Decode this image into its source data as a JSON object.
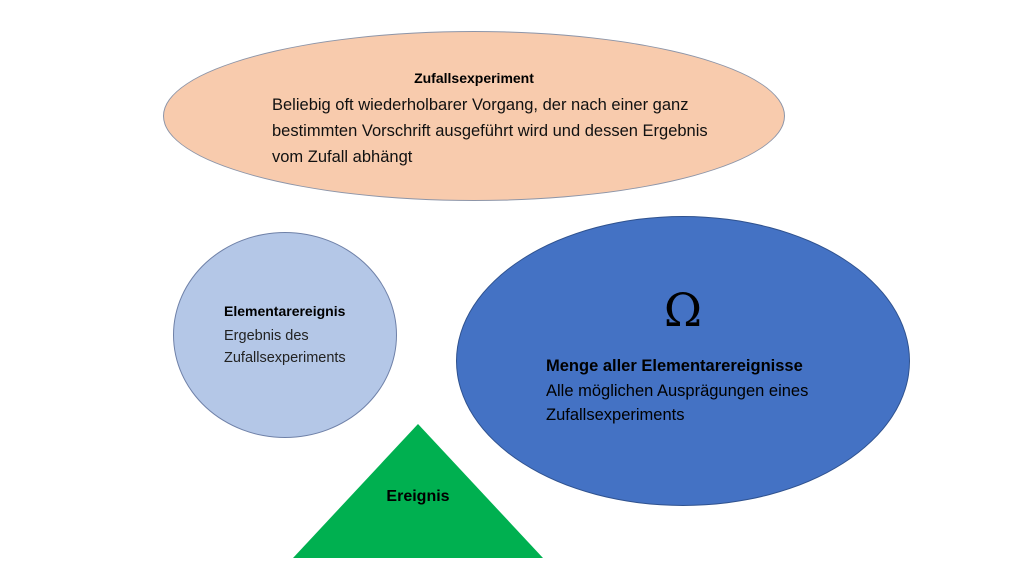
{
  "zufallsexperiment": {
    "title": "Zufallsexperiment",
    "description": "Beliebig oft wiederholbarer Vorgang, der nach einer ganz bestimmten Vorschrift ausgeführt wird und dessen Ergebnis vom Zufall abhängt"
  },
  "elementarereignis": {
    "title": "Elementarereignis",
    "description": "Ergebnis des Zufallsexperiments"
  },
  "ergebnismenge": {
    "symbol": "Ω",
    "title": "Menge aller Elementarereignisse",
    "description": "Alle möglichen Ausprägungen eines Zufallsexperiments"
  },
  "ereignis": {
    "title": "Ereignis"
  },
  "colors": {
    "zufallsexperiment_fill": "#f8cbad",
    "elementarereignis_fill": "#b4c7e7",
    "ergebnismenge_fill": "#4472c4",
    "ereignis_fill": "#00b050"
  }
}
